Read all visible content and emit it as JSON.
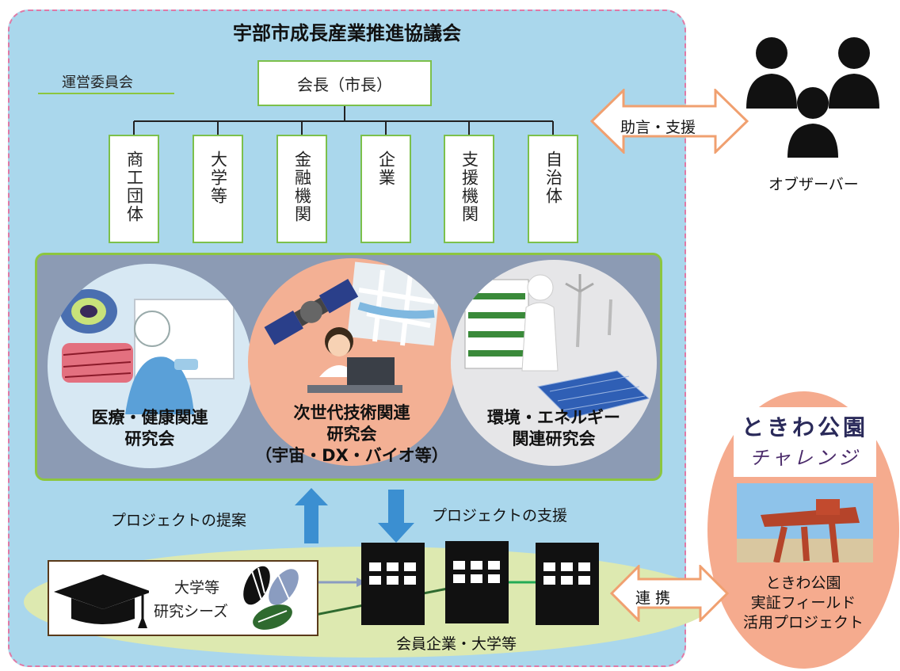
{
  "title": "宇部市成長産業推進協議会",
  "committee_label": "運営委員会",
  "chair_label": "会長（市長）",
  "members": [
    "商工団体",
    "大学等",
    "金融機関",
    "企業",
    "支援機関",
    "自治体"
  ],
  "research_groups": [
    {
      "lines": [
        "医療・健康関連",
        "研究会"
      ]
    },
    {
      "lines": [
        "次世代技術関連",
        "研究会",
        "（宇宙・DX・バイオ等）"
      ]
    },
    {
      "lines": [
        "環境・エネルギー",
        "関連研究会"
      ]
    }
  ],
  "proposal_label": "プロジェクトの提案",
  "support_label": "プロジェクトの支援",
  "seeds_label_1": "大学等",
  "seeds_label_2": "研究シーズ",
  "members_label": "会員企業・大学等",
  "advice_label": "助言・支援",
  "observer_label": "オブザーバー",
  "link_label": "連 携",
  "park_logo_line1": "ときわ公園",
  "park_logo_line2": "チャレンジ",
  "park_caption": [
    "ときわ公園",
    "実証フィールド",
    "活用プロジェクト"
  ],
  "colors": {
    "panel_bg": "#aad7ec",
    "panel_border": "#e07aa6",
    "accent_green": "#8cc63f",
    "arrow_blue": "#3b8fd1",
    "research_panel": "#8c9bb4",
    "circle_blue": "#d7e8f3",
    "circle_orange": "#f3b094",
    "circle_gray": "#e6e6e8",
    "oval_salmon": "#f5ab8e"
  }
}
